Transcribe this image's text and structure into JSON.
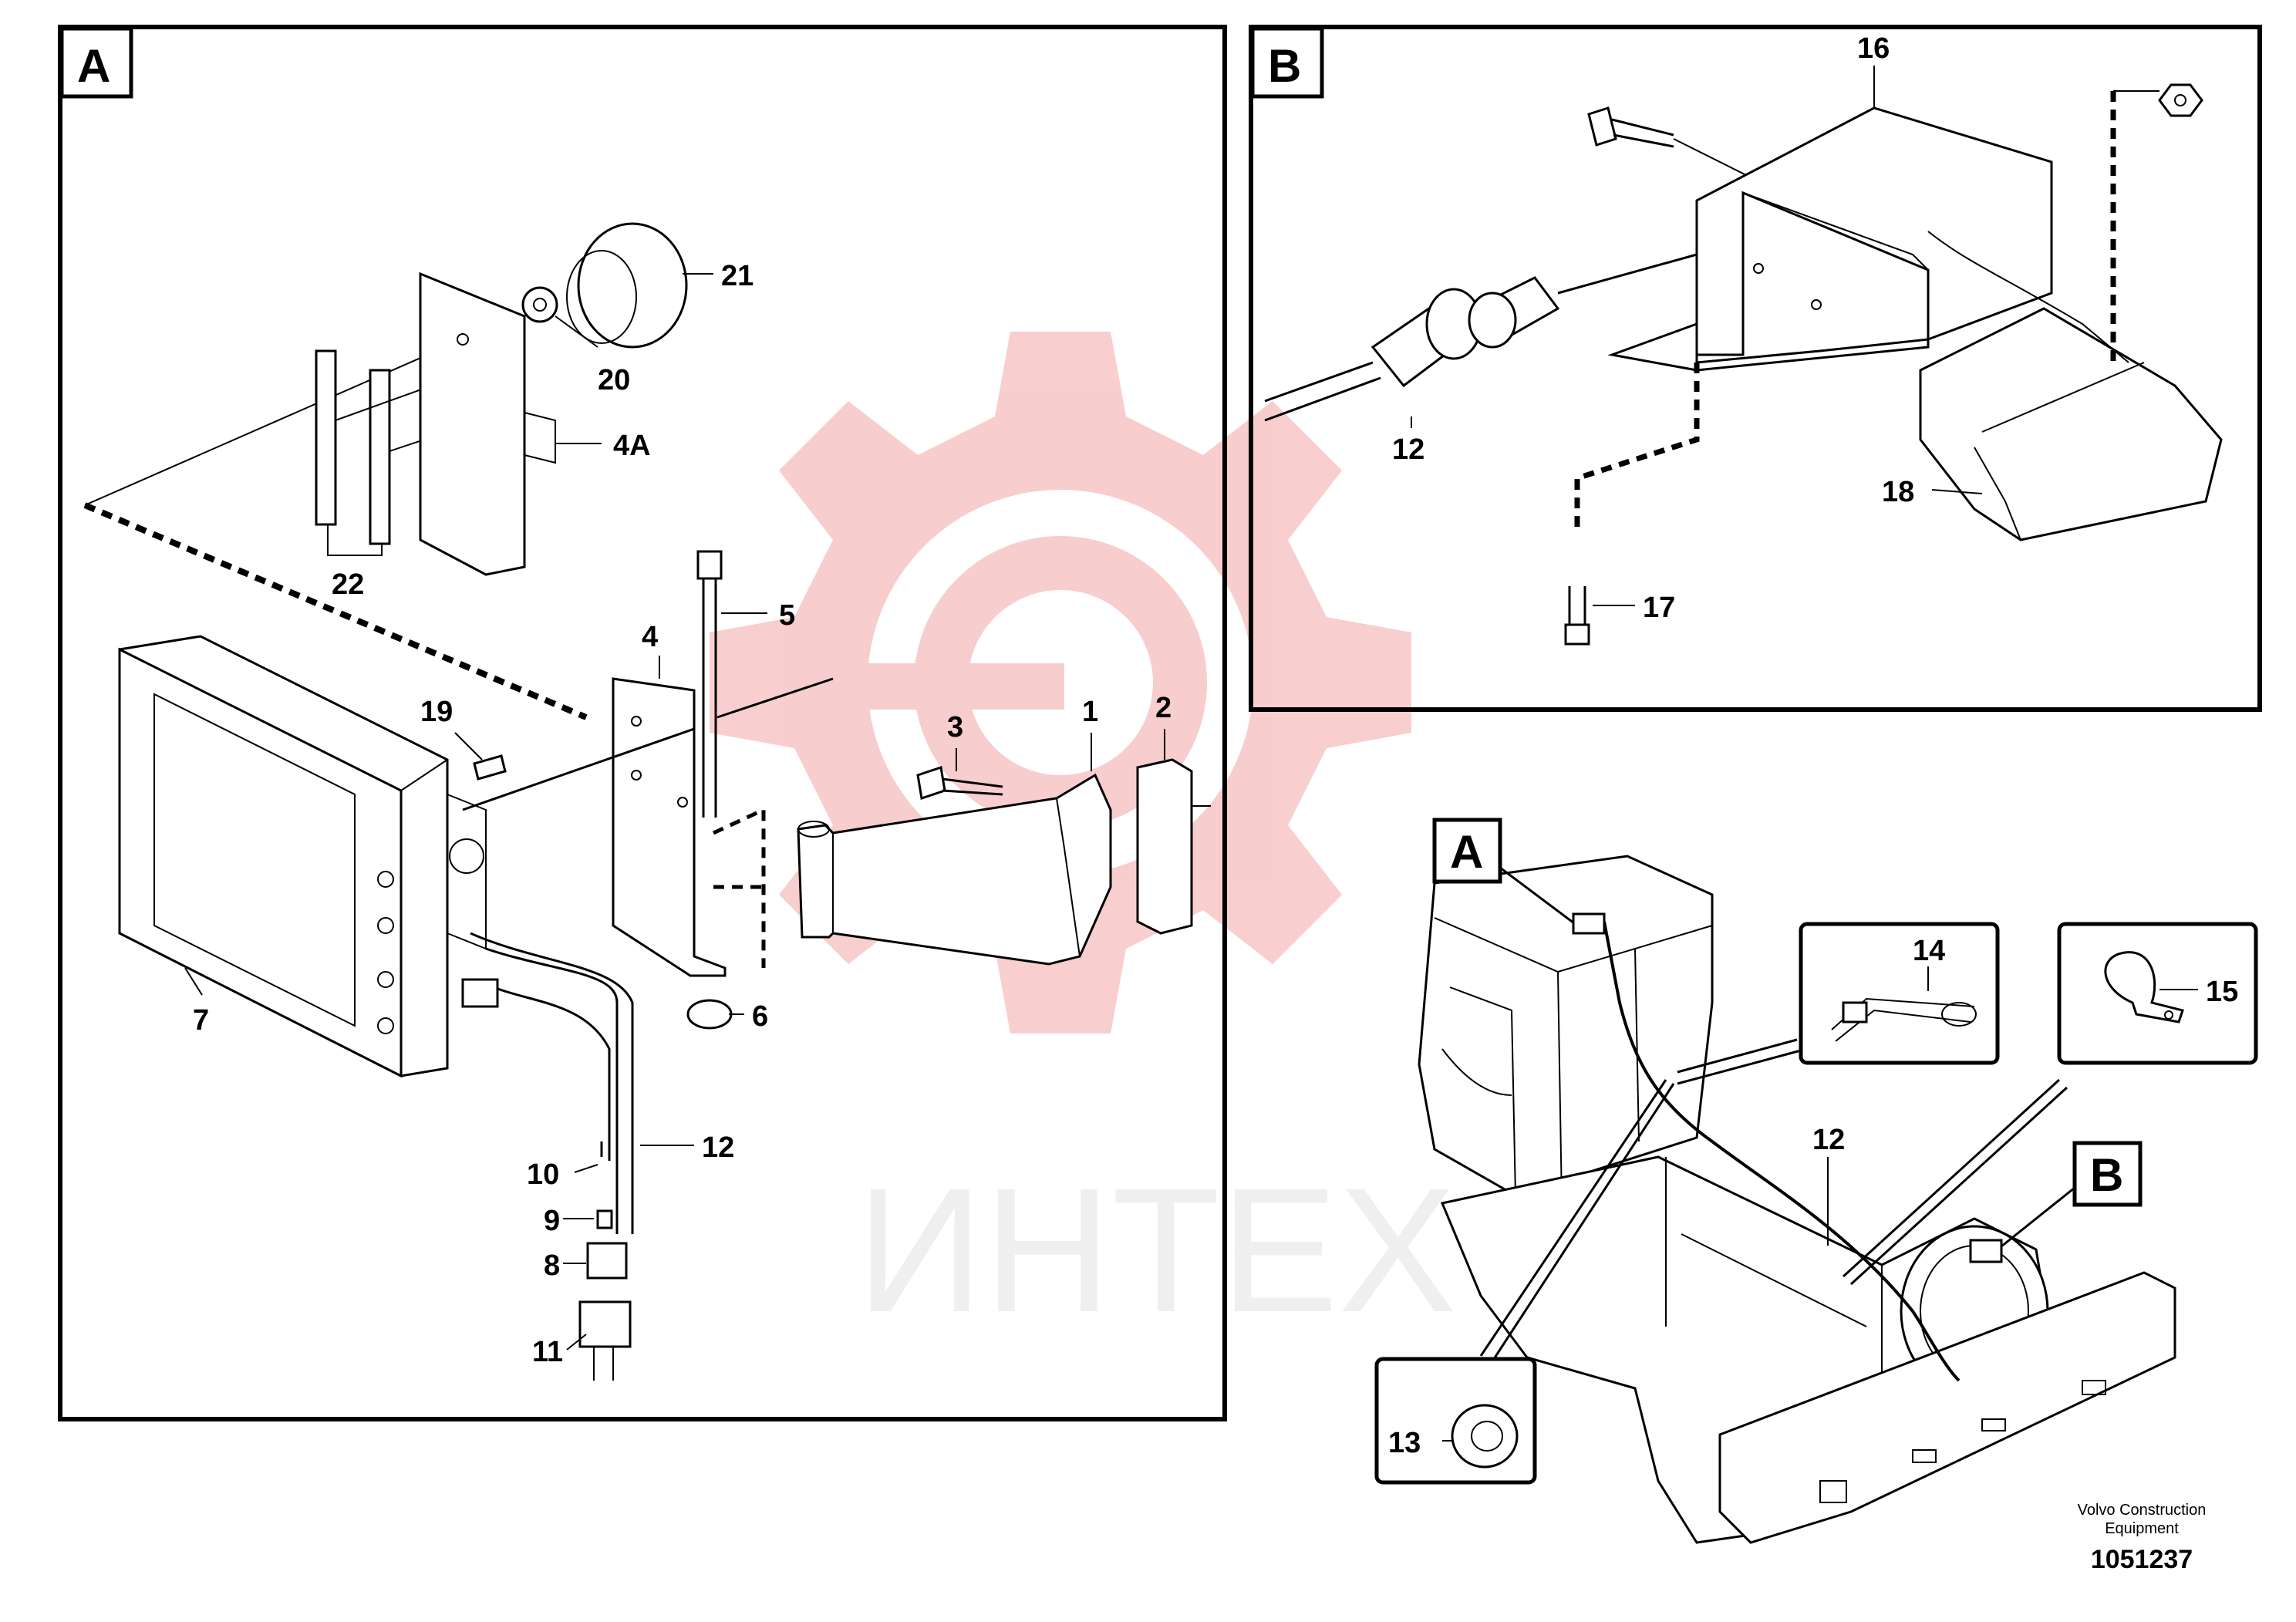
{
  "panels": {
    "a": {
      "tag": "A"
    },
    "b": {
      "tag": "B"
    },
    "overview": {
      "tag_a": "A",
      "tag_b": "B"
    }
  },
  "callouts": {
    "p1": "1",
    "p2": "2",
    "p3": "3",
    "p4": "4",
    "p4a": "4A",
    "p5": "5",
    "p6": "6",
    "p7": "7",
    "p8": "8",
    "p9": "9",
    "p10": "10",
    "p11": "11",
    "p12a": "12",
    "p12b": "12",
    "p12c": "12",
    "p13": "13",
    "p14": "14",
    "p15": "15",
    "p16": "16",
    "p17": "17",
    "p18": "18",
    "p19": "19",
    "p20": "20",
    "p21": "21",
    "p22": "22"
  },
  "footer": {
    "credit_line1": "Volvo Construction",
    "credit_line2": "Equipment",
    "doc_number": "1051237"
  },
  "watermark": {
    "text": "ИНТЕХ",
    "color": "#f5c6c6"
  }
}
